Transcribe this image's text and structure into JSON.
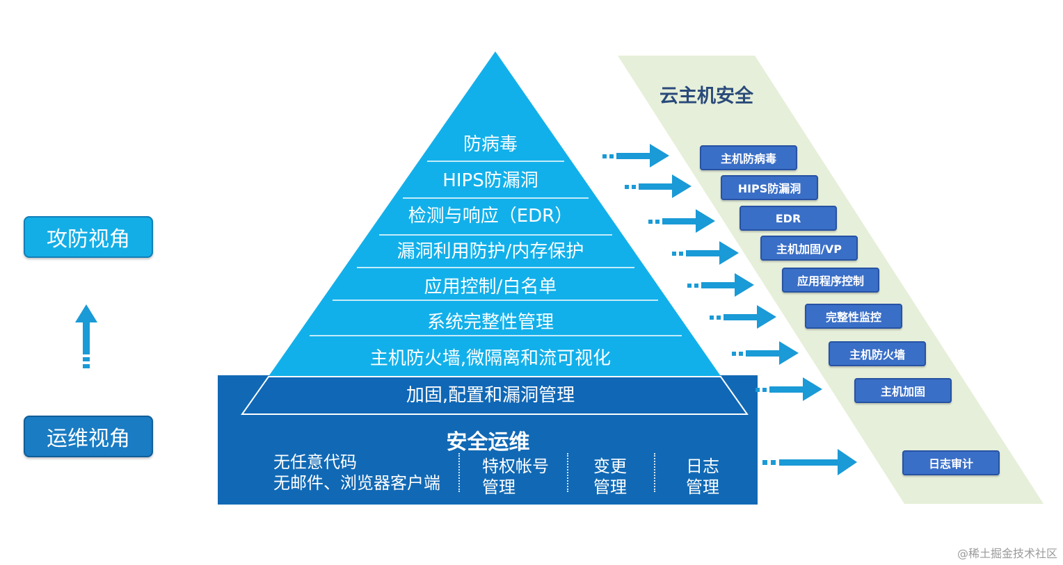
{
  "side_labels": {
    "attack": "攻防视角",
    "ops": "运维视角"
  },
  "pyramid_layers": [
    "防病毒",
    "HIPS防漏洞",
    "检测与响应（EDR）",
    "漏洞利用防护/内存保护",
    "应用控制/白名单",
    "系统完整性管理",
    "主机防火墙,微隔离和流可视化",
    "加固,配置和漏洞管理"
  ],
  "ops_section": {
    "title": "安全运维",
    "items": [
      {
        "line1": "无任意代码",
        "line2": "无邮件、浏览器客户端"
      },
      {
        "line1": "特权帐号",
        "line2": "管理"
      },
      {
        "line1": "变更",
        "line2": "管理"
      },
      {
        "line1": "日志",
        "line2": "管理"
      }
    ]
  },
  "cloud_panel": {
    "title": "云主机安全",
    "tags": [
      "主机防病毒",
      "HIPS防漏洞",
      "EDR",
      "主机加固/VP",
      "应用程序控制",
      "完整性监控",
      "主机防火墙",
      "主机加固",
      "日志审计"
    ]
  },
  "colors": {
    "pyramid_top": "#12b0ea",
    "pyramid_bottom": "#0f67b6",
    "ops_box": "#1169b5",
    "panel": "#e6efd9",
    "arrow": "#1a9ad6",
    "tag": "#3a6fc7"
  },
  "watermark": "@稀土掘金技术社区"
}
